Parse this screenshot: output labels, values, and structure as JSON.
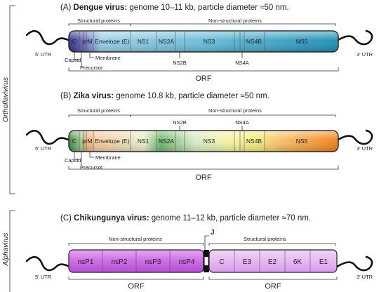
{
  "side_labels": {
    "flavi": "Orthoflavivirus",
    "alpha": "Alphavirus"
  },
  "panel_a": {
    "prefix": "(A) ",
    "virus": "Dengue virus:",
    "details": " genome 10–11 kb, particle diameter ≈50 nm.",
    "structural": "Structural proteins",
    "nonstructural": "Non-structural proteins",
    "utr5": "5' UTR",
    "utr3": "3' UTR",
    "orf": "ORF",
    "segments": [
      "C",
      "pr",
      "M",
      "Envelope (E)",
      "NS1",
      "NS2A",
      "NS3",
      "NS4B",
      "NS5"
    ],
    "below": [
      "Capsid",
      "Precursor",
      "Membrane",
      "NS2B",
      "NS4A"
    ]
  },
  "panel_b": {
    "prefix": "(B) ",
    "virus": "Zika virus:",
    "details": " genome 10.8 kb, particle diameter ≈50 nm.",
    "structural": "Structural proteins",
    "nonstructural": "Non-structural proteins",
    "utr5": "5' UTR",
    "utr3": "3' UTR",
    "orf": "ORF",
    "segments": [
      "C",
      "pr",
      "M",
      "Envelope (E)",
      "NS1",
      "NS2A",
      "NS3",
      "NS4B",
      "NS5"
    ],
    "above": [
      "NS2B",
      "NS4A"
    ],
    "below": [
      "Capsid",
      "Precursor",
      "Membrane"
    ]
  },
  "panel_c": {
    "prefix": "(C) ",
    "virus": "Chikungunya virus:",
    "details": " genome 11–12 kb, particle diameter ≈70 nm.",
    "nonstructural": "Non-structural proteins",
    "structural": "Structural proteins",
    "junction": "J",
    "utr5": "5' UTR",
    "utr3": "3' UTR",
    "orf1": "ORF",
    "orf2": "ORF",
    "segments": [
      "nsP1",
      "nsP2",
      "nsP3",
      "nsP4",
      "C",
      "E3",
      "E2",
      "6K",
      "E1"
    ]
  },
  "colors": {
    "dengue_start": "#2a2a8a",
    "dengue_mid": "#5fb8d6",
    "dengue_end": "#1f8fb5",
    "zika_green": "#58a35a",
    "zika_yellow": "#f3ee7a",
    "zika_orange": "#f28b1e",
    "chik_purple": "#c55ce0"
  }
}
